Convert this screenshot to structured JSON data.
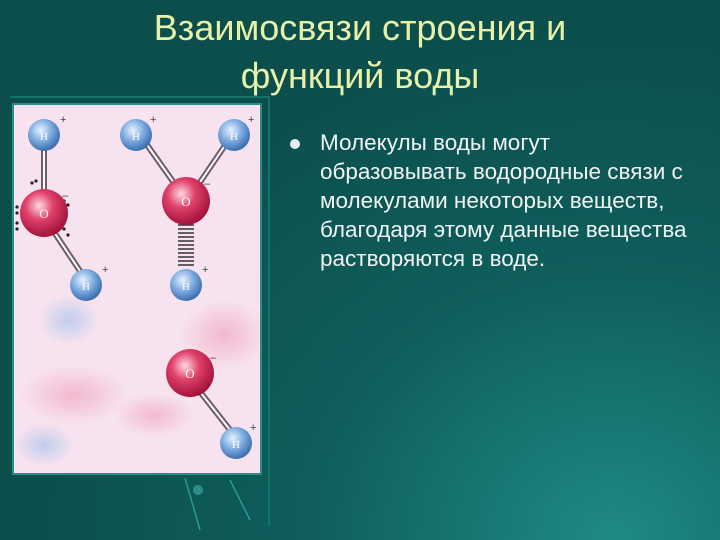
{
  "slide": {
    "title_lines": [
      "Взаимосвязи строения и",
      "функций воды"
    ],
    "bullets": [
      "Молекулы воды могут образовывать водородные связи с молекулами некоторых веществ, благодаря этому данные вещества растворяются в воде."
    ]
  },
  "figure": {
    "atom_labels": {
      "hydrogen": "H",
      "oxygen": "O"
    },
    "charge_labels": {
      "plus": "+",
      "minus": "–"
    },
    "colors": {
      "background": "#f7e3ef",
      "hydrogen": "#5a93d2",
      "oxygen": "#c9204a",
      "frame": "#2c8c86"
    }
  },
  "theme": {
    "title_color": "#e9f1a8",
    "text_color": "#f1f4f4"
  }
}
